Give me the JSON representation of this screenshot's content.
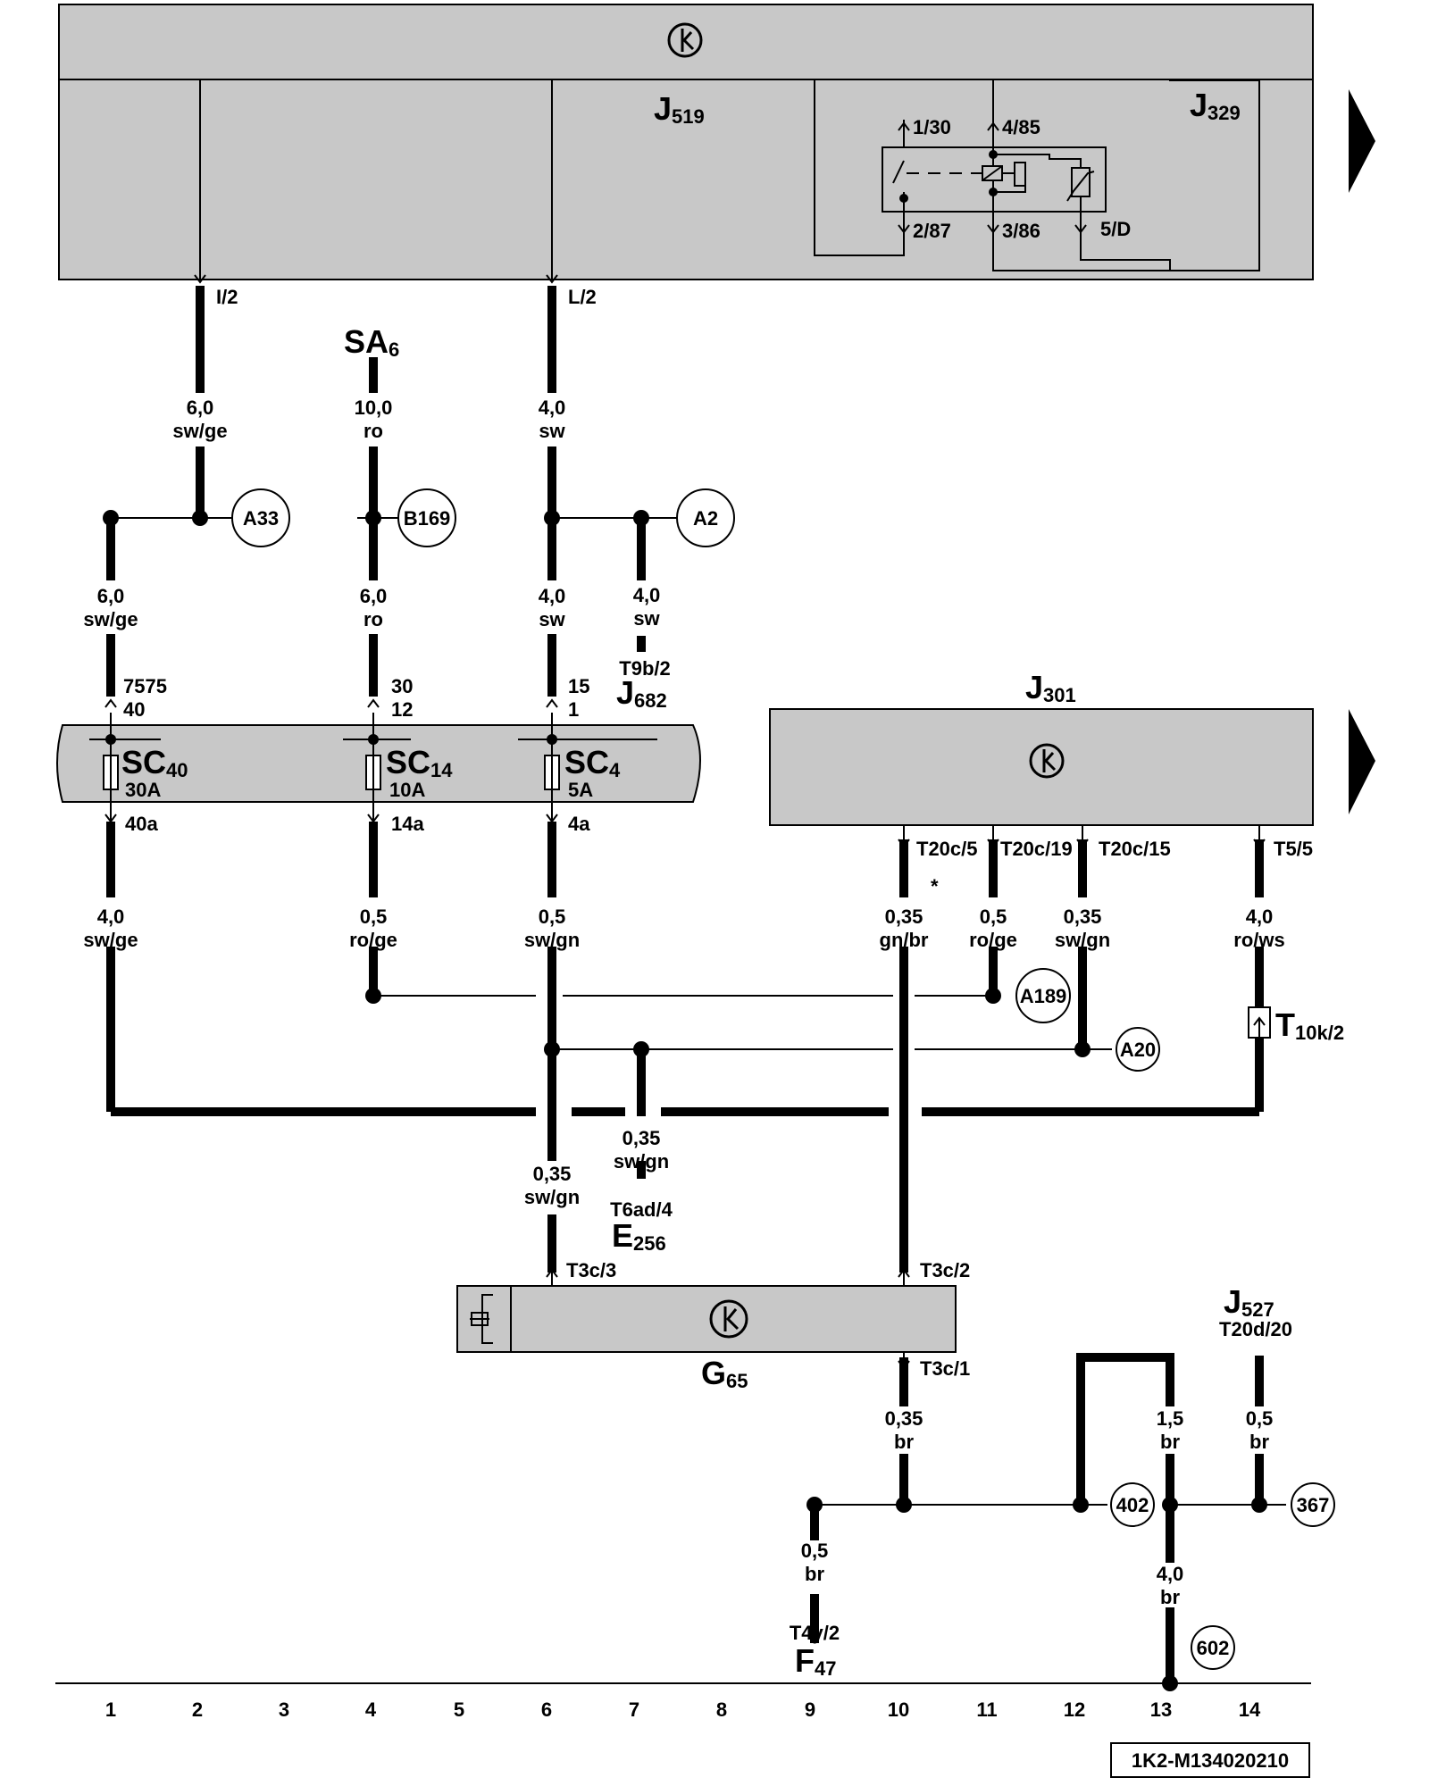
{
  "title_code": "1K2-M134020210",
  "components": {
    "J519": {
      "main": "J",
      "sub": "519"
    },
    "J329": {
      "main": "J",
      "sub": "329"
    },
    "SA6": {
      "main": "SA",
      "sub": "6"
    },
    "J682": {
      "main": "J",
      "sub": "682"
    },
    "J301": {
      "main": "J",
      "sub": "301"
    },
    "SC40": {
      "main": "SC",
      "sub": "40",
      "rating": "30A"
    },
    "SC14": {
      "main": "SC",
      "sub": "14",
      "rating": "10A"
    },
    "SC4": {
      "main": "SC",
      "sub": "4",
      "rating": "5A"
    },
    "E256": {
      "main": "E",
      "sub": "256"
    },
    "G65": {
      "main": "G",
      "sub": "65"
    },
    "J527": {
      "main": "J",
      "sub": "527"
    },
    "F47": {
      "main": "F",
      "sub": "47"
    },
    "T10k2": {
      "main": "T",
      "sub": "10k/2"
    }
  },
  "relay_pins": {
    "p1": "1/30",
    "p2": "4/85",
    "p3": "2/87",
    "p4": "3/86",
    "p5": "5/D"
  },
  "pins": {
    "j519_i2": "I/2",
    "j519_l2": "L/2",
    "t9b2": "T9b/2",
    "sc40_in_a": "7575",
    "sc40_in_b": "40",
    "sc14_in_a": "30",
    "sc14_in_b": "12",
    "sc4_in_a": "15",
    "sc4_in_b": "1",
    "sc40_out": "40a",
    "sc14_out": "14a",
    "sc4_out": "4a",
    "t20c5": "T20c/5",
    "t20c19": "T20c/19",
    "t20c15": "T20c/15",
    "t55": "T5/5",
    "t6ad4": "T6ad/4",
    "t3c3": "T3c/3",
    "t3c2": "T3c/2",
    "t3c1": "T3c/1",
    "t20d20": "T20d/20",
    "t4y2": "T4y/2",
    "star": "*"
  },
  "wires": {
    "w1": {
      "size": "6,0",
      "color": "sw/ge"
    },
    "w2": {
      "size": "10,0",
      "color": "ro"
    },
    "w3": {
      "size": "4,0",
      "color": "sw"
    },
    "w4": {
      "size": "6,0",
      "color": "sw/ge"
    },
    "w5": {
      "size": "6,0",
      "color": "ro"
    },
    "w6": {
      "size": "4,0",
      "color": "sw"
    },
    "w7": {
      "size": "4,0",
      "color": "sw"
    },
    "w8": {
      "size": "4,0",
      "color": "sw/ge"
    },
    "w9": {
      "size": "0,5",
      "color": "ro/ge"
    },
    "w10": {
      "size": "0,5",
      "color": "sw/gn"
    },
    "w11": {
      "size": "0,35",
      "color": "gn/br"
    },
    "w12": {
      "size": "0,5",
      "color": "ro/ge"
    },
    "w13": {
      "size": "0,35",
      "color": "sw/gn"
    },
    "w14": {
      "size": "4,0",
      "color": "ro/ws"
    },
    "w15": {
      "size": "0,35",
      "color": "sw/gn"
    },
    "w16": {
      "size": "0,35",
      "color": "sw/gn"
    },
    "w17": {
      "size": "0,35",
      "color": "br"
    },
    "w18": {
      "size": "1,5",
      "color": "br"
    },
    "w19": {
      "size": "0,5",
      "color": "br"
    },
    "w20": {
      "size": "0,5",
      "color": "br"
    },
    "w21": {
      "size": "4,0",
      "color": "br"
    }
  },
  "refs": {
    "A33": "A33",
    "B169": "B169",
    "A2": "A2",
    "A189": "A189",
    "A20": "A20",
    "r402": "402",
    "r367": "367",
    "r602": "602"
  },
  "grid": [
    "1",
    "2",
    "3",
    "4",
    "5",
    "6",
    "7",
    "8",
    "9",
    "10",
    "11",
    "12",
    "13",
    "14"
  ]
}
